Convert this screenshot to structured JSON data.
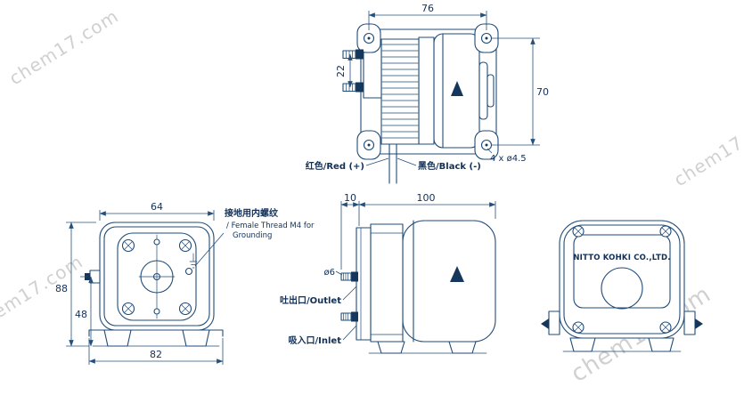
{
  "watermark": {
    "text": "chem17.com"
  },
  "colors": {
    "line": "#1f4b78",
    "text": "#123057",
    "dark_fill": "#16375c",
    "watermark": "#c8c8c8"
  },
  "top_view": {
    "dim_width": "76",
    "dim_nipple_spacing": "22",
    "dim_height": "70",
    "mounting_holes": "4 x ø4.5",
    "wire_red": "红色/Red (+)",
    "wire_black": "黑色/Black (-)"
  },
  "front_view": {
    "dim_body_width": "64",
    "dim_total_height": "88",
    "dim_port_height": "48",
    "dim_base_width": "82",
    "grounding_cn": "接地用内螺纹",
    "grounding_en_1": "/ Female Thread M4 for",
    "grounding_en_2": "Grounding"
  },
  "side_view": {
    "dim_port_offset": "10",
    "dim_length": "100",
    "port_diameter": "ø6",
    "outlet": "吐出口/Outlet",
    "inlet": "吸入口/Inlet"
  },
  "rear_view": {
    "brand": "NITTO KOHKI CO.,LTD."
  }
}
